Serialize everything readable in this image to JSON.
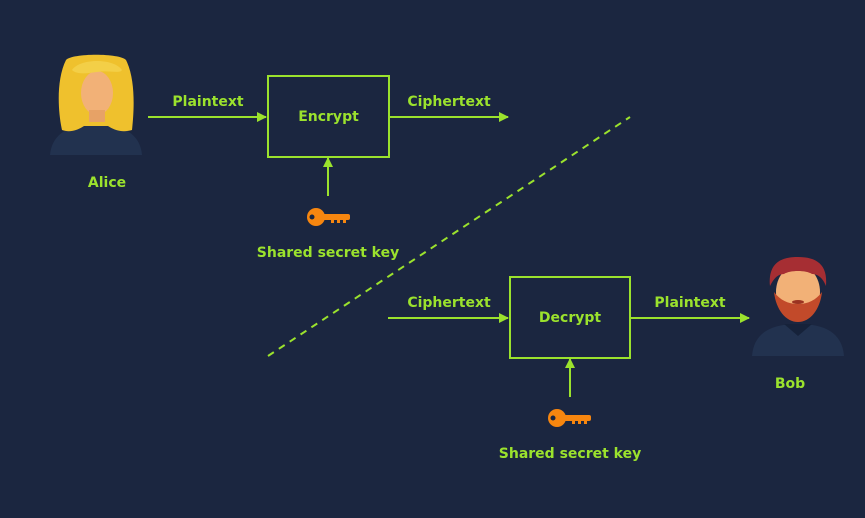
{
  "colors": {
    "background": "#1b2640",
    "accent": "#9be22d",
    "key": "#f7860f"
  },
  "sender": {
    "name": "Alice",
    "avatar_icon": "woman-avatar-icon",
    "input_label": "Plaintext",
    "process_label": "Encrypt",
    "output_label": "Ciphertext",
    "key_label": "Shared secret key",
    "key_icon": "key-icon"
  },
  "receiver": {
    "name": "Bob",
    "avatar_icon": "man-avatar-icon",
    "input_label": "Ciphertext",
    "process_label": "Decrypt",
    "output_label": "Plaintext",
    "key_label": "Shared secret key",
    "key_icon": "key-icon"
  }
}
